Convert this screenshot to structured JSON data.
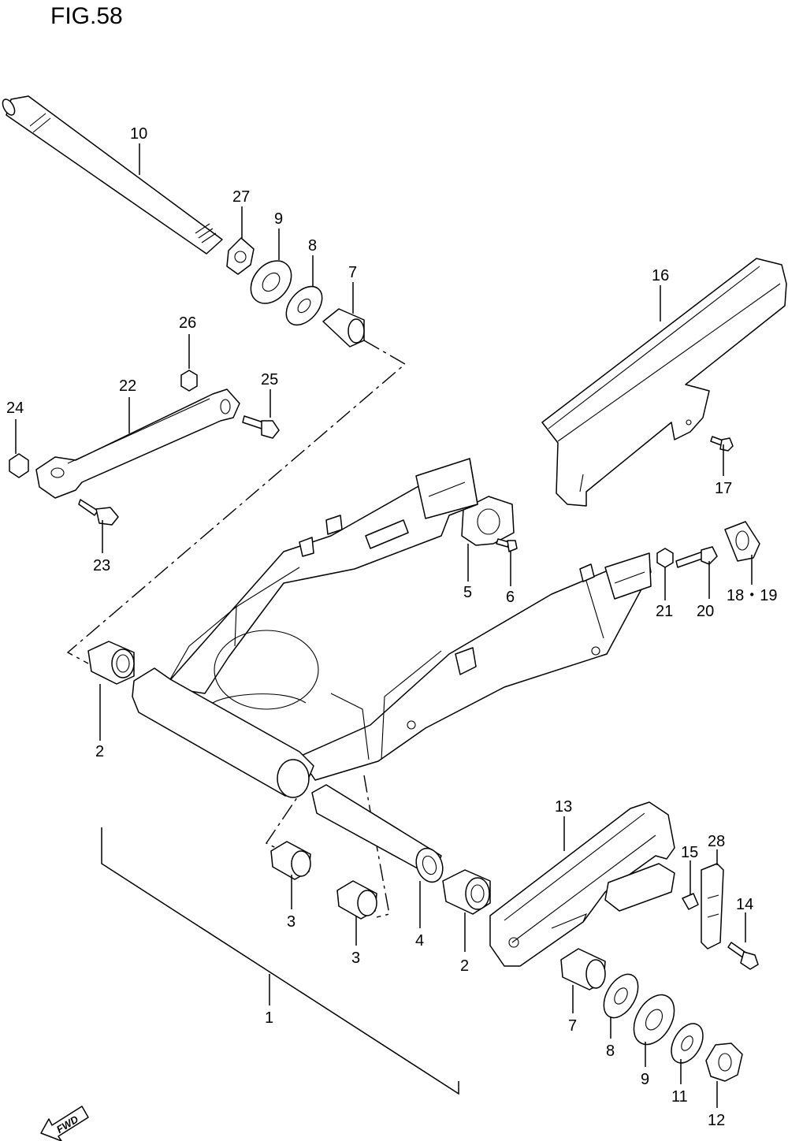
{
  "figure": {
    "title": "FIG.58"
  },
  "direction_label": "FWD",
  "callouts": [
    {
      "id": "c10",
      "label": "10"
    },
    {
      "id": "c27",
      "label": "27"
    },
    {
      "id": "c9a",
      "label": "9"
    },
    {
      "id": "c8a",
      "label": "8"
    },
    {
      "id": "c7a",
      "label": "7"
    },
    {
      "id": "c26",
      "label": "26"
    },
    {
      "id": "c22",
      "label": "22"
    },
    {
      "id": "c25",
      "label": "25"
    },
    {
      "id": "c24",
      "label": "24"
    },
    {
      "id": "c23",
      "label": "23"
    },
    {
      "id": "c16",
      "label": "16"
    },
    {
      "id": "c17",
      "label": "17"
    },
    {
      "id": "c5",
      "label": "5"
    },
    {
      "id": "c6",
      "label": "6"
    },
    {
      "id": "c1819",
      "label": "18・19"
    },
    {
      "id": "c20",
      "label": "20"
    },
    {
      "id": "c21",
      "label": "21"
    },
    {
      "id": "c2a",
      "label": "2"
    },
    {
      "id": "c13",
      "label": "13"
    },
    {
      "id": "c15",
      "label": "15"
    },
    {
      "id": "c28",
      "label": "28"
    },
    {
      "id": "c14",
      "label": "14"
    },
    {
      "id": "c3a",
      "label": "3"
    },
    {
      "id": "c3b",
      "label": "3"
    },
    {
      "id": "c4",
      "label": "4"
    },
    {
      "id": "c2b",
      "label": "2"
    },
    {
      "id": "c1",
      "label": "1"
    },
    {
      "id": "c7b",
      "label": "7"
    },
    {
      "id": "c8b",
      "label": "8"
    },
    {
      "id": "c9b",
      "label": "9"
    },
    {
      "id": "c11",
      "label": "11"
    },
    {
      "id": "c12",
      "label": "12"
    }
  ]
}
